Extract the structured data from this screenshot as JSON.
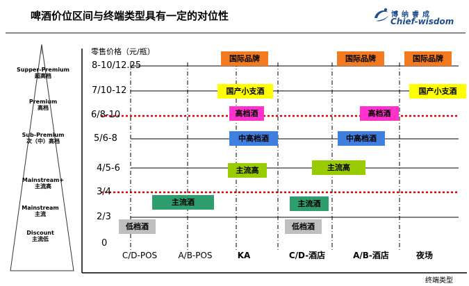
{
  "title": "啤酒价位区间与终端类型具有一定的对位性",
  "logo": {
    "cn": "博纳睿成",
    "en": "Chief-wisdom",
    "icon": "logo-swirl-icon"
  },
  "pyramid": {
    "levels": [
      {
        "en": "Supper-Premium",
        "cn": "超高档"
      },
      {
        "en": "Premium",
        "cn": "高档"
      },
      {
        "en": "Sub-Premium",
        "cn": "次（中）高档"
      },
      {
        "en": "Mainstream+",
        "cn": "主流高"
      },
      {
        "en": "Mainstream",
        "cn": "主流"
      },
      {
        "en": "Discount",
        "cn": "主流低"
      }
    ]
  },
  "chart": {
    "y_axis_title": "零售价格（元/瓶）",
    "x_axis_title": "终端类型",
    "y_ticks": [
      "8-10/12.25",
      "7/10-12",
      "6/8-10",
      "5/6-8",
      "4/5-6",
      "3/4",
      "2/3",
      "0"
    ],
    "x_categories": [
      "C/D-POS",
      "A/B-POS",
      "KA",
      "C/D-酒店",
      "A/B-酒店",
      "夜场"
    ],
    "boxes": {
      "intl_ka": "国际品牌",
      "intl_ab_hotel": "国际品牌",
      "intl_nightclub": "国际品牌",
      "domestic_small_ka": "国产小支酒",
      "domestic_small_nightclub": "国产小支酒",
      "high_ka": "高档酒",
      "high_ab_hotel": "高档酒",
      "mid_high_ka": "中高档酒",
      "mid_high_ab_hotel": "中高档酒",
      "main_high_ka": "主流高",
      "main_high_hotel": "主流高",
      "main_pos": "主流酒",
      "main_cd_hotel": "主流酒",
      "low_pos": "低档酒",
      "low_cd_hotel": "低档酒"
    },
    "colors": {
      "intl": "#f47a1f",
      "domestic_small": "#ffff00",
      "high": "#ff33cc",
      "mid_high": "#3f7fe0",
      "main_high": "#99cc00",
      "main": "#2f9e6e",
      "low": "#bfbfbf",
      "dotted_line": "#dd0000"
    }
  }
}
